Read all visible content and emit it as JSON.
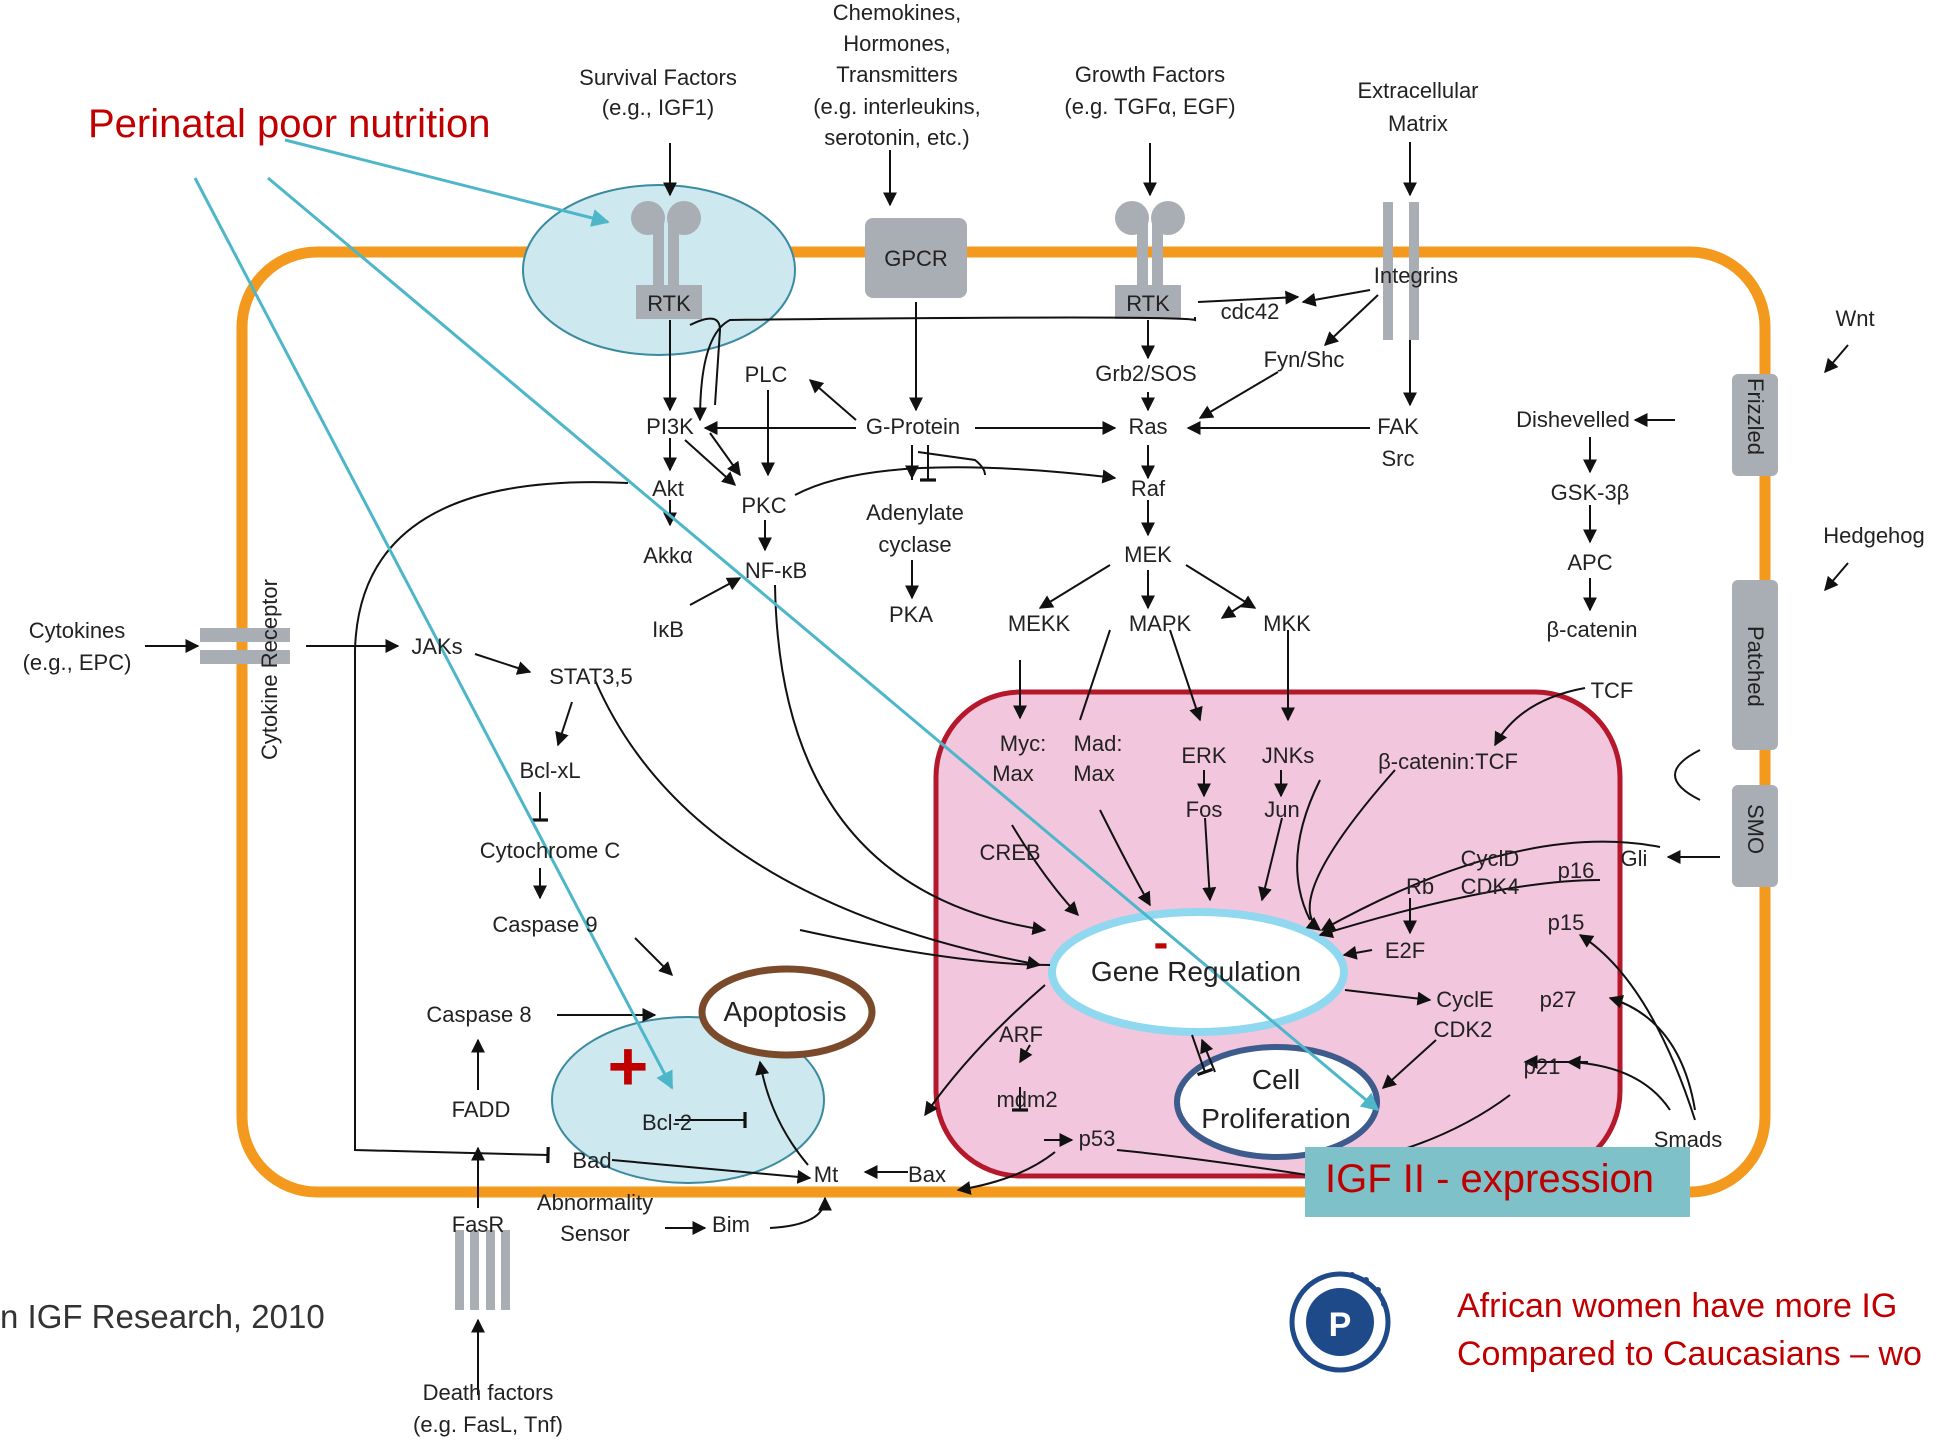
{
  "annotation": {
    "perinatal": "Perinatal poor nutrition",
    "citation": "n IGF Research, 2010",
    "igf_box": "IGF II - expression",
    "plus": "+",
    "minus": "-",
    "note_line1": "African women have more IG",
    "note_line2": "Compared to Caucasians – wo"
  },
  "inputs": {
    "survival_1": "Survival Factors",
    "survival_2": "(e.g., IGF1)",
    "chemo_1": "Chemokines,",
    "chemo_2": "Hormones,",
    "chemo_3": "Transmitters",
    "chemo_4": "(e.g. interleukins,",
    "chemo_5": "serotonin, etc.)",
    "growth_1": "Growth Factors",
    "growth_2": "(e.g. TGFα, EGF)",
    "ecm_1": "Extracellular",
    "ecm_2": "Matrix",
    "wnt": "Wnt",
    "hedgehog": "Hedgehog",
    "cytokines_1": "Cytokines",
    "cytokines_2": "(e.g., EPC)",
    "death_1": "Death factors",
    "death_2": "(e.g. FasL, Tnf)"
  },
  "receptors": {
    "rtk1": "RTK",
    "gpcr": "GPCR",
    "rtk2": "RTK",
    "integrins": "Integrins",
    "frizzled": "Frizzled",
    "patched": "Patched",
    "smo": "SMO",
    "cytokine_receptor": "Cytokine Receptor",
    "fasr": "FasR"
  },
  "nodes": {
    "cdc42": "cdc42",
    "fynshc": "Fyn/Shc",
    "grb2sos": "Grb2/SOS",
    "plc": "PLC",
    "pi3k": "PI3K",
    "gprotein": "G-Protein",
    "ras": "Ras",
    "fak": "FAK",
    "src": "Src",
    "dishevelled": "Dishevelled",
    "akt": "Akt",
    "pkc": "PKC",
    "adenylate_1": "Adenylate",
    "adenylate_2": "cyclase",
    "raf": "Raf",
    "gsk3b": "GSK-3β",
    "akka": "Akkα",
    "nfkb": "NF-κB",
    "mek": "MEK",
    "apc": "APC",
    "ikb": "IκB",
    "pka": "PKA",
    "mekk": "MEKK",
    "mapk": "MAPK",
    "mkk": "MKK",
    "bcatenin": "β-catenin",
    "jaks": "JAKs",
    "stat": "STAT3,5",
    "tcf": "TCF",
    "bclxl": "Bcl-xL",
    "cytochrome": "Cytochrome C",
    "caspase9": "Caspase 9",
    "caspase8": "Caspase 8",
    "fadd": "FADD",
    "bcl2": "Bcl-2",
    "bad": "Bad",
    "mt": "Mt",
    "bax": "Bax",
    "abnormality_1": "Abnormality",
    "abnormality_2": "Sensor",
    "bim": "Bim",
    "apoptosis": "Apoptosis",
    "myc_1": "Myc:",
    "myc_2": "Max",
    "mad_1": "Mad:",
    "mad_2": "Max",
    "erk": "ERK",
    "fos": "Fos",
    "jnks": "JNKs",
    "jun": "Jun",
    "bcat_tcf": "β-catenin:TCF",
    "creb": "CREB",
    "cycld": "CyclD",
    "cdk4": "CDK4",
    "rb": "Rb",
    "p16": "p16",
    "p15": "p15",
    "e2f": "E2F",
    "gli": "Gli",
    "gene_regulation": "Gene Regulation",
    "arf": "ARF",
    "mdm2": "mdm2",
    "p53": "p53",
    "cycle": "CyclE",
    "cdk2": "CDK2",
    "p27": "p27",
    "p21": "p21",
    "cell": "Cell",
    "proliferation": "Proliferation",
    "smads": "Smads"
  },
  "colors": {
    "membrane": "#f39a1e",
    "nucleus_fill": "#f2c6dd",
    "nucleus_border": "#b5172b",
    "receptor": "#a9adb4",
    "highlight_fill": "#cde8ee",
    "highlight_stroke": "#3a8aa0",
    "overlay_arrow": "#4db6c9",
    "accent_red": "#c00000",
    "gene_ring": "#8fd8f0",
    "apoptosis_ring": "#7a4a2a",
    "prolif_ring": "#3d5b8c"
  }
}
